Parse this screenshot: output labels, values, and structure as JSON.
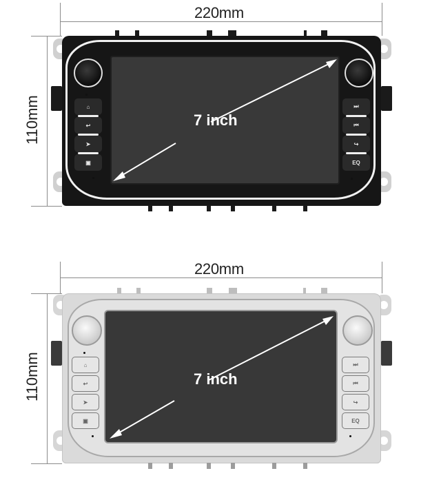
{
  "products": [
    {
      "variant": "black",
      "width_label": "220mm",
      "height_label": "110mm",
      "screen_label": "7 inch",
      "colors": {
        "panel": "#1a1a1a",
        "trim": "#f2f2f2",
        "screen": "#3a3a3a",
        "buttons": "#2a2a2a",
        "icon": "#e6e6e6"
      },
      "left_buttons": [
        {
          "name": "home",
          "glyph": "⌂"
        },
        {
          "name": "back",
          "glyph": "↩"
        },
        {
          "name": "navigation",
          "glyph": "➤"
        },
        {
          "name": "camera",
          "glyph": "▣"
        }
      ],
      "right_buttons": [
        {
          "name": "next-track",
          "glyph": "⏭"
        },
        {
          "name": "previous-track",
          "glyph": "⏮"
        },
        {
          "name": "phone",
          "glyph": "↪"
        },
        {
          "name": "equalizer",
          "glyph": "EQ"
        }
      ]
    },
    {
      "variant": "silver",
      "width_label": "220mm",
      "height_label": "110mm",
      "screen_label": "7 inch",
      "colors": {
        "panel": "#d9d9d9",
        "trim": "#b5b5b5",
        "screen": "#383838",
        "buttons": "#e4e4e4",
        "icon": "#666666"
      },
      "left_buttons": [
        {
          "name": "home",
          "glyph": "⌂"
        },
        {
          "name": "back",
          "glyph": "↩"
        },
        {
          "name": "navigation",
          "glyph": "➤"
        },
        {
          "name": "camera",
          "glyph": "▣"
        }
      ],
      "right_buttons": [
        {
          "name": "next-track",
          "glyph": "⏭"
        },
        {
          "name": "previous-track",
          "glyph": "⏮"
        },
        {
          "name": "phone",
          "glyph": "↪"
        },
        {
          "name": "equalizer",
          "glyph": "EQ"
        }
      ]
    }
  ]
}
